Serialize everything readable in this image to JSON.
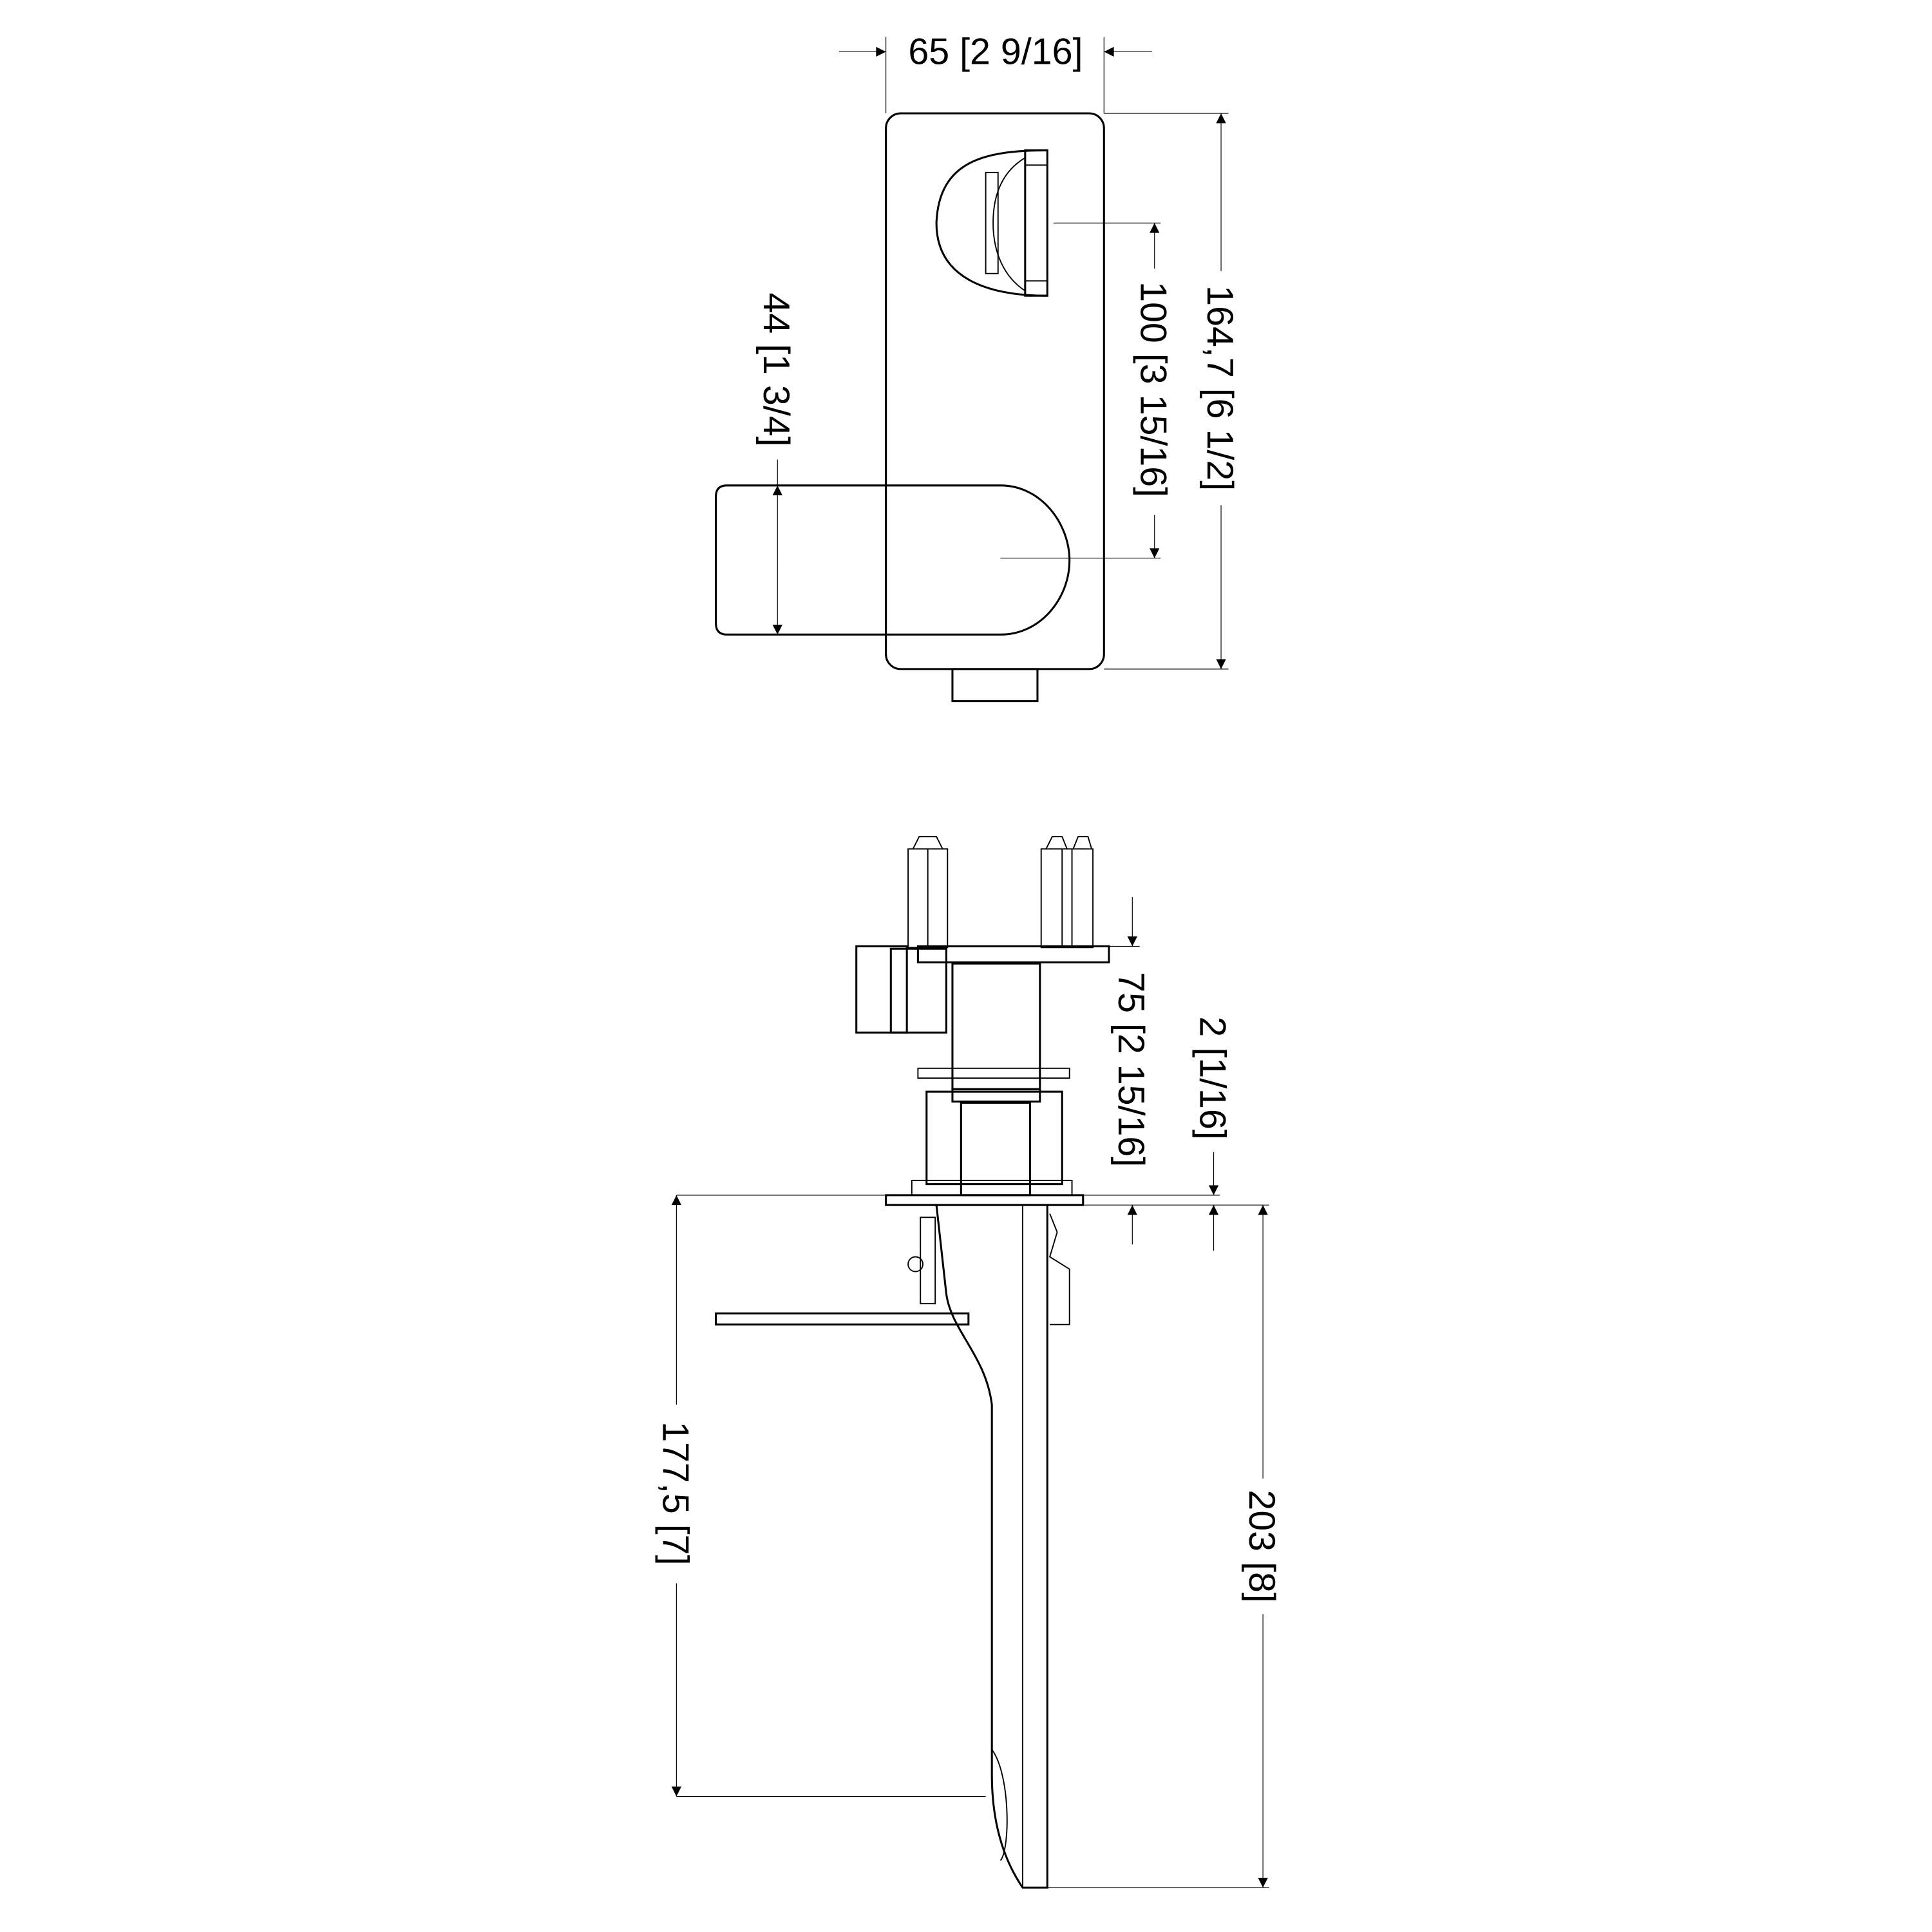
{
  "top_view": {
    "width_dim": "65 [2 9/16]",
    "height_dim": "164,7 [6 1/2]",
    "centers_dim": "100 [3 15/16]",
    "lever_dim": "44 [1 3/4]"
  },
  "side_view": {
    "depth_dim": "75 [2 15/16]",
    "plate_dim": "2 [1/16]",
    "spout_height_dim": "177,5 [7]",
    "total_height_dim": "203 [8]"
  },
  "colors": {
    "line": "#000000",
    "background": "#ffffff"
  }
}
